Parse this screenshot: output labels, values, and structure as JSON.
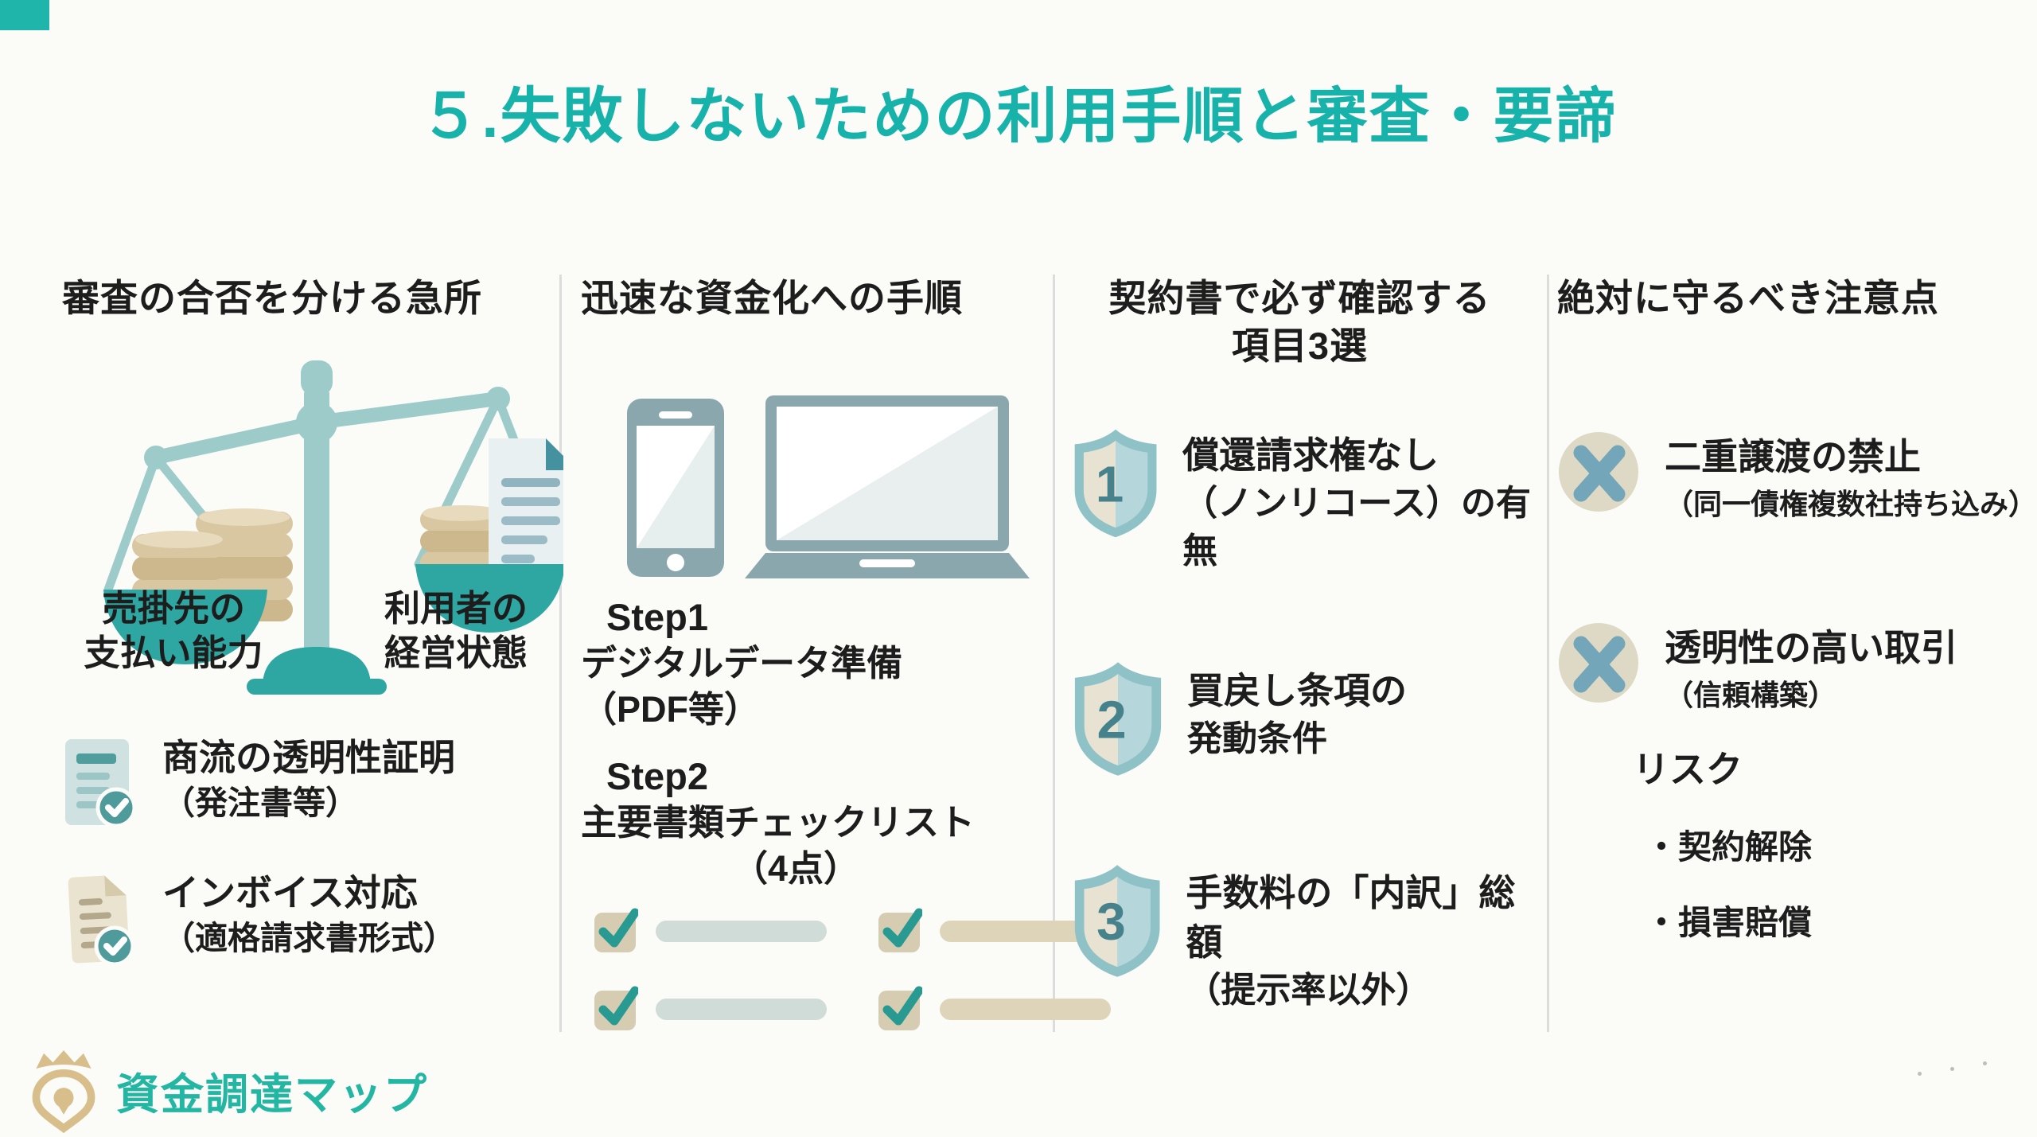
{
  "page": {
    "title": "５.失敗しないための利用手順と審査・要諦"
  },
  "columns": [
    {
      "header": "審査の合否を分ける急所",
      "scale": {
        "left_label_line1": "売掛先の",
        "left_label_line2": "支払い能力",
        "right_label_line1": "利用者の",
        "right_label_line2": "経営状態"
      },
      "items": [
        {
          "line1": "商流の透明性証明",
          "line2": "（発注書等）"
        },
        {
          "line1": "インボイス対応",
          "line2": "（適格請求書形式）"
        }
      ]
    },
    {
      "header": "迅速な資金化への手順",
      "steps": [
        {
          "label": "Step1",
          "line1": "デジタルデータ準備",
          "line2": "（PDF等）"
        },
        {
          "label": "Step2",
          "line1": "主要書類チェックリスト",
          "line2": "（4点）"
        }
      ]
    },
    {
      "header_line1": "契約書で必ず確認する",
      "header_line2": "項目3選",
      "items": [
        {
          "num": "1",
          "line1": "償還請求権なし",
          "line2": "（ノンリコース）の有無"
        },
        {
          "num": "2",
          "line1": "買戻し条項の",
          "line2": "発動条件"
        },
        {
          "num": "3",
          "line1": "手数料の「内訳」総額",
          "line2": "（提示率以外）"
        }
      ]
    },
    {
      "header": "絶対に守るべき注意点",
      "items": [
        {
          "line1": "二重譲渡の禁止",
          "line2": "（同一債権複数社持ち込み）"
        },
        {
          "line1": "透明性の高い取引",
          "line2": "（信頼構築）"
        }
      ],
      "risk_label": "リスク",
      "risk_bullets": [
        "・契約解除",
        "・損害賠償"
      ]
    }
  ],
  "footer": {
    "logo_text": "資金調達マップ"
  },
  "colors": {
    "title_teal": "#17b3aa",
    "corner_accent": "#1fb5ab",
    "scale_pan_teal": "#2ea6a2",
    "scale_frame_teal": "#9ccbca",
    "coin_tan": "#d9c7a2",
    "device_gray_teal": "#8aa7ae",
    "shield_rim": "#8fc2c6",
    "shield_right": "#b5d6da",
    "shield_left": "#e7e2d1",
    "shield_number": "#46828b",
    "cross_circle_beige": "#ded9c5",
    "cross_blue": "#74a6ba",
    "checkbox_beige": "#d5ccb2",
    "check_teal": "#289a92",
    "bar_gray_teal": "#cfdcd7",
    "bar_beige": "#ded4ba",
    "divider_gray": "#dcdcdc",
    "logo_gold": "#d8be8b",
    "logo_text_teal": "#23b6a3",
    "text_dark": "#1d1d1d"
  }
}
